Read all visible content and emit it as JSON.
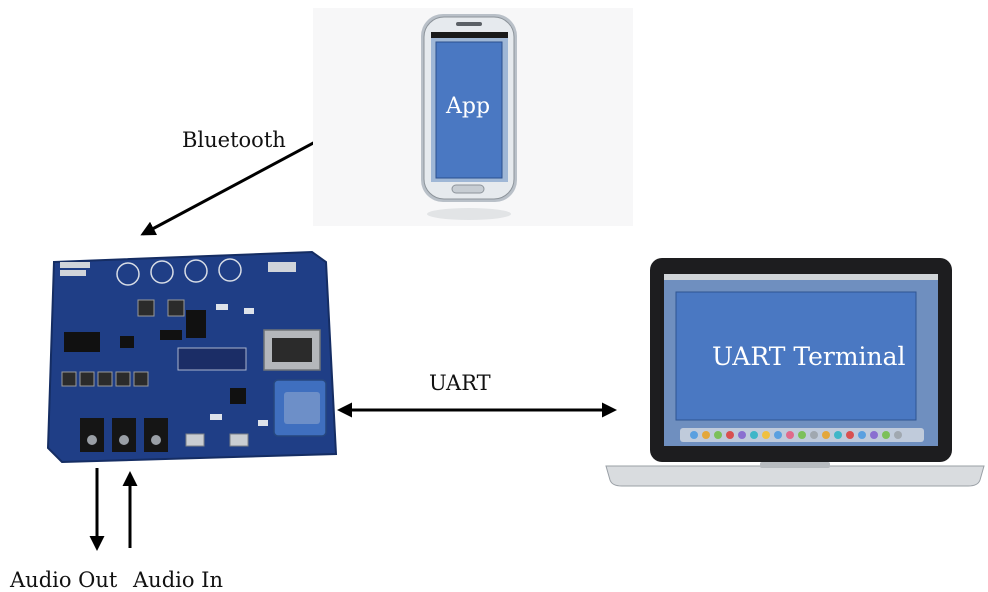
{
  "labels": {
    "bluetooth": "Bluetooth",
    "uart": "UART",
    "audio_out": "Audio Out",
    "audio_in": "Audio In"
  },
  "phone": {
    "screen_text": "App"
  },
  "laptop": {
    "screen_text": "UART Terminal"
  },
  "colors": {
    "screen_blue": "#4a78c2",
    "board_blue": "#1f3e86",
    "arrow": "#000000"
  }
}
